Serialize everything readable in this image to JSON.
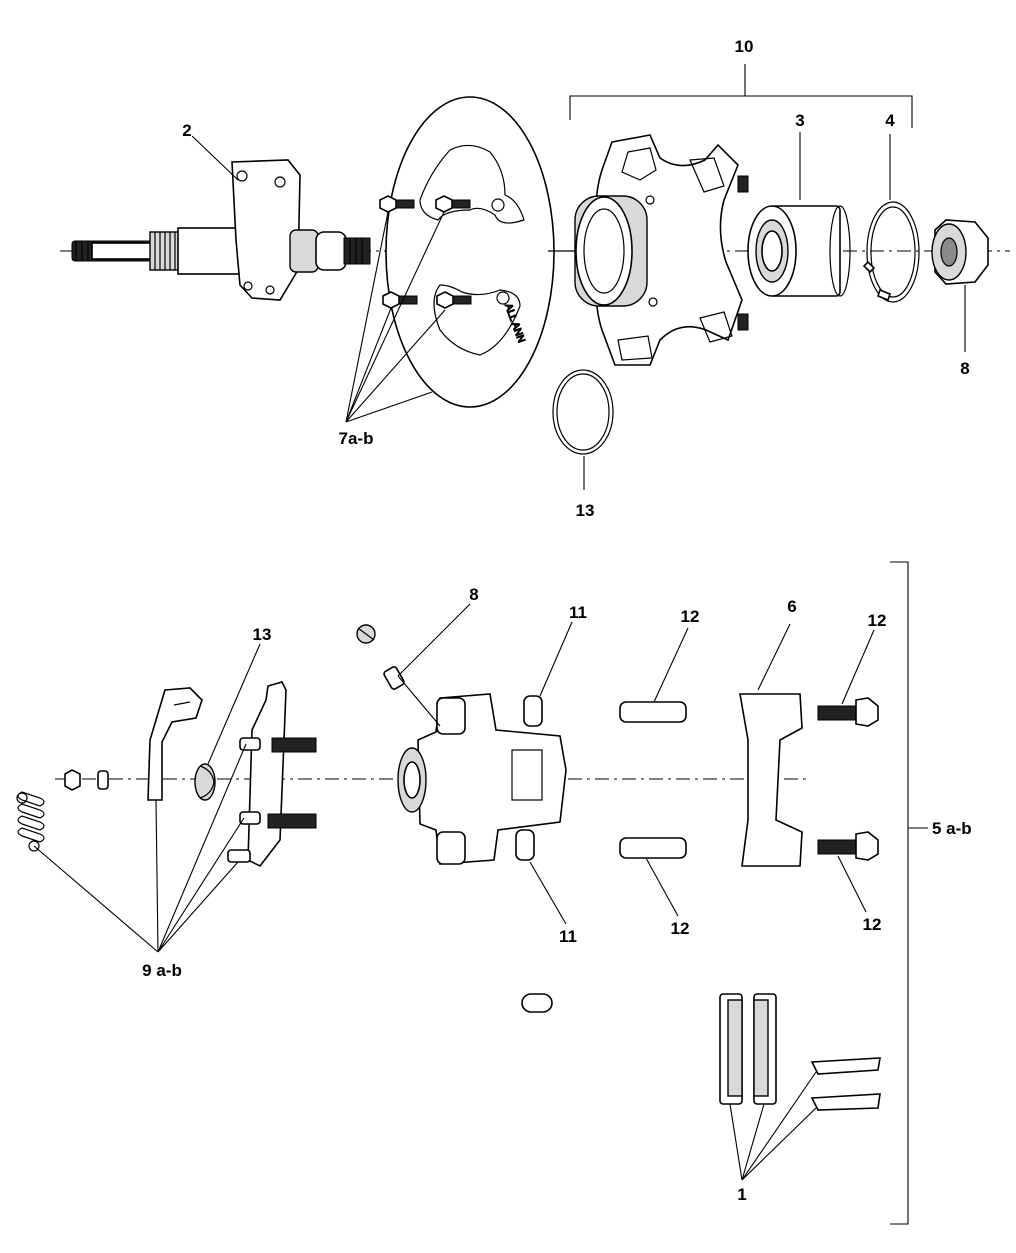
{
  "callouts": {
    "upper": {
      "c10": "10",
      "c2": "2",
      "c3": "3",
      "c4": "4",
      "c8": "8",
      "c7ab": "7a-b",
      "c13": "13"
    },
    "lower": {
      "c8": "8",
      "c11_top": "11",
      "c12_top_left": "12",
      "c6": "6",
      "c12_top_right": "12",
      "c13": "13",
      "c5ab": "5 a-b",
      "c11_bottom": "11",
      "c12_bottom_left": "12",
      "c12_bottom_right": "12",
      "c9ab": "9 a-b",
      "c1": "1"
    }
  },
  "rotor_marking": "ALL ANN"
}
